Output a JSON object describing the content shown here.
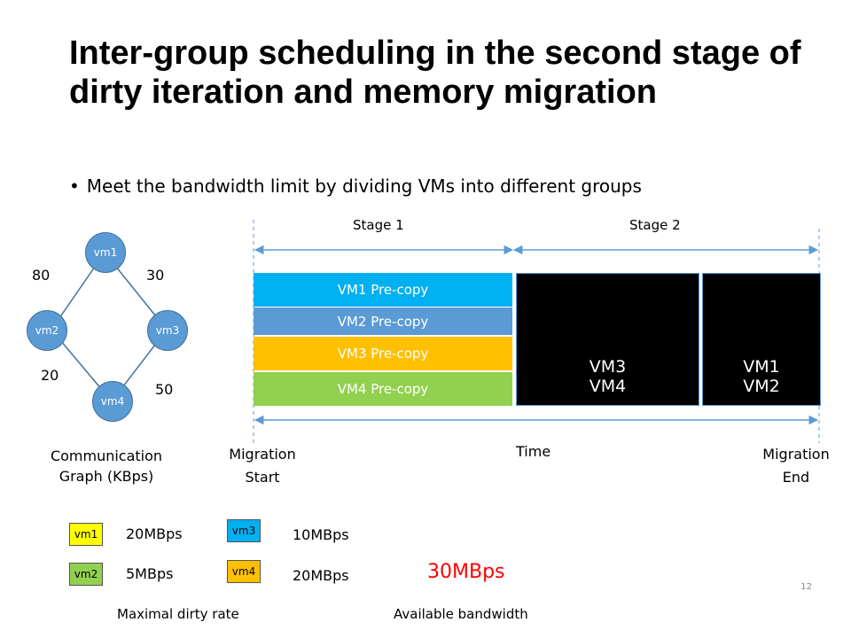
{
  "title": "Inter-group scheduling in the second stage of dirty iteration and memory migration",
  "bullet": "Meet the bandwidth limit by dividing VMs into different groups",
  "graph": {
    "nodes": [
      "vm1",
      "vm2",
      "vm3",
      "vm4"
    ],
    "edges": [
      {
        "from": "vm1",
        "to": "vm2",
        "weight": "80"
      },
      {
        "from": "vm1",
        "to": "vm3",
        "weight": "30"
      },
      {
        "from": "vm2",
        "to": "vm4",
        "weight": "20"
      },
      {
        "from": "vm3",
        "to": "vm4",
        "weight": "50"
      }
    ],
    "caption_line1": "Communication",
    "caption_line2": "Graph (KBps)"
  },
  "timeline": {
    "stage1": "Stage 1",
    "stage2": "Stage 2",
    "bars": [
      "VM1 Pre-copy",
      "VM2 Pre-copy",
      "VM3 Pre-copy",
      "VM4 Pre-copy"
    ],
    "group1": [
      "VM3",
      "VM4"
    ],
    "group2": [
      "VM1",
      "VM2"
    ],
    "start_line1": "Migration",
    "start_line2": "Start",
    "time_label": "Time",
    "end_line1": "Migration",
    "end_line2": "End"
  },
  "colors": {
    "vm1_bar": "#00b0f0",
    "vm2_bar": "#5b9bd5",
    "vm3_bar": "#ffc000",
    "vm4_bar": "#92d050",
    "node": "#5b9bd5",
    "arrow": "#5b9bd5",
    "highlight": "#ff0000",
    "legend_vm1": "#ffff00",
    "legend_vm2": "#92d050",
    "legend_vm3": "#00b0f0",
    "legend_vm4": "#ffc000"
  },
  "legend": {
    "items": [
      {
        "name": "vm1",
        "rate": "20MBps"
      },
      {
        "name": "vm2",
        "rate": "5MBps"
      },
      {
        "name": "vm3",
        "rate": "10MBps"
      },
      {
        "name": "vm4",
        "rate": "20MBps"
      }
    ],
    "caption": "Maximal dirty rate"
  },
  "bandwidth": {
    "value": "30MBps",
    "caption": "Available bandwidth"
  },
  "slide_number": "12"
}
